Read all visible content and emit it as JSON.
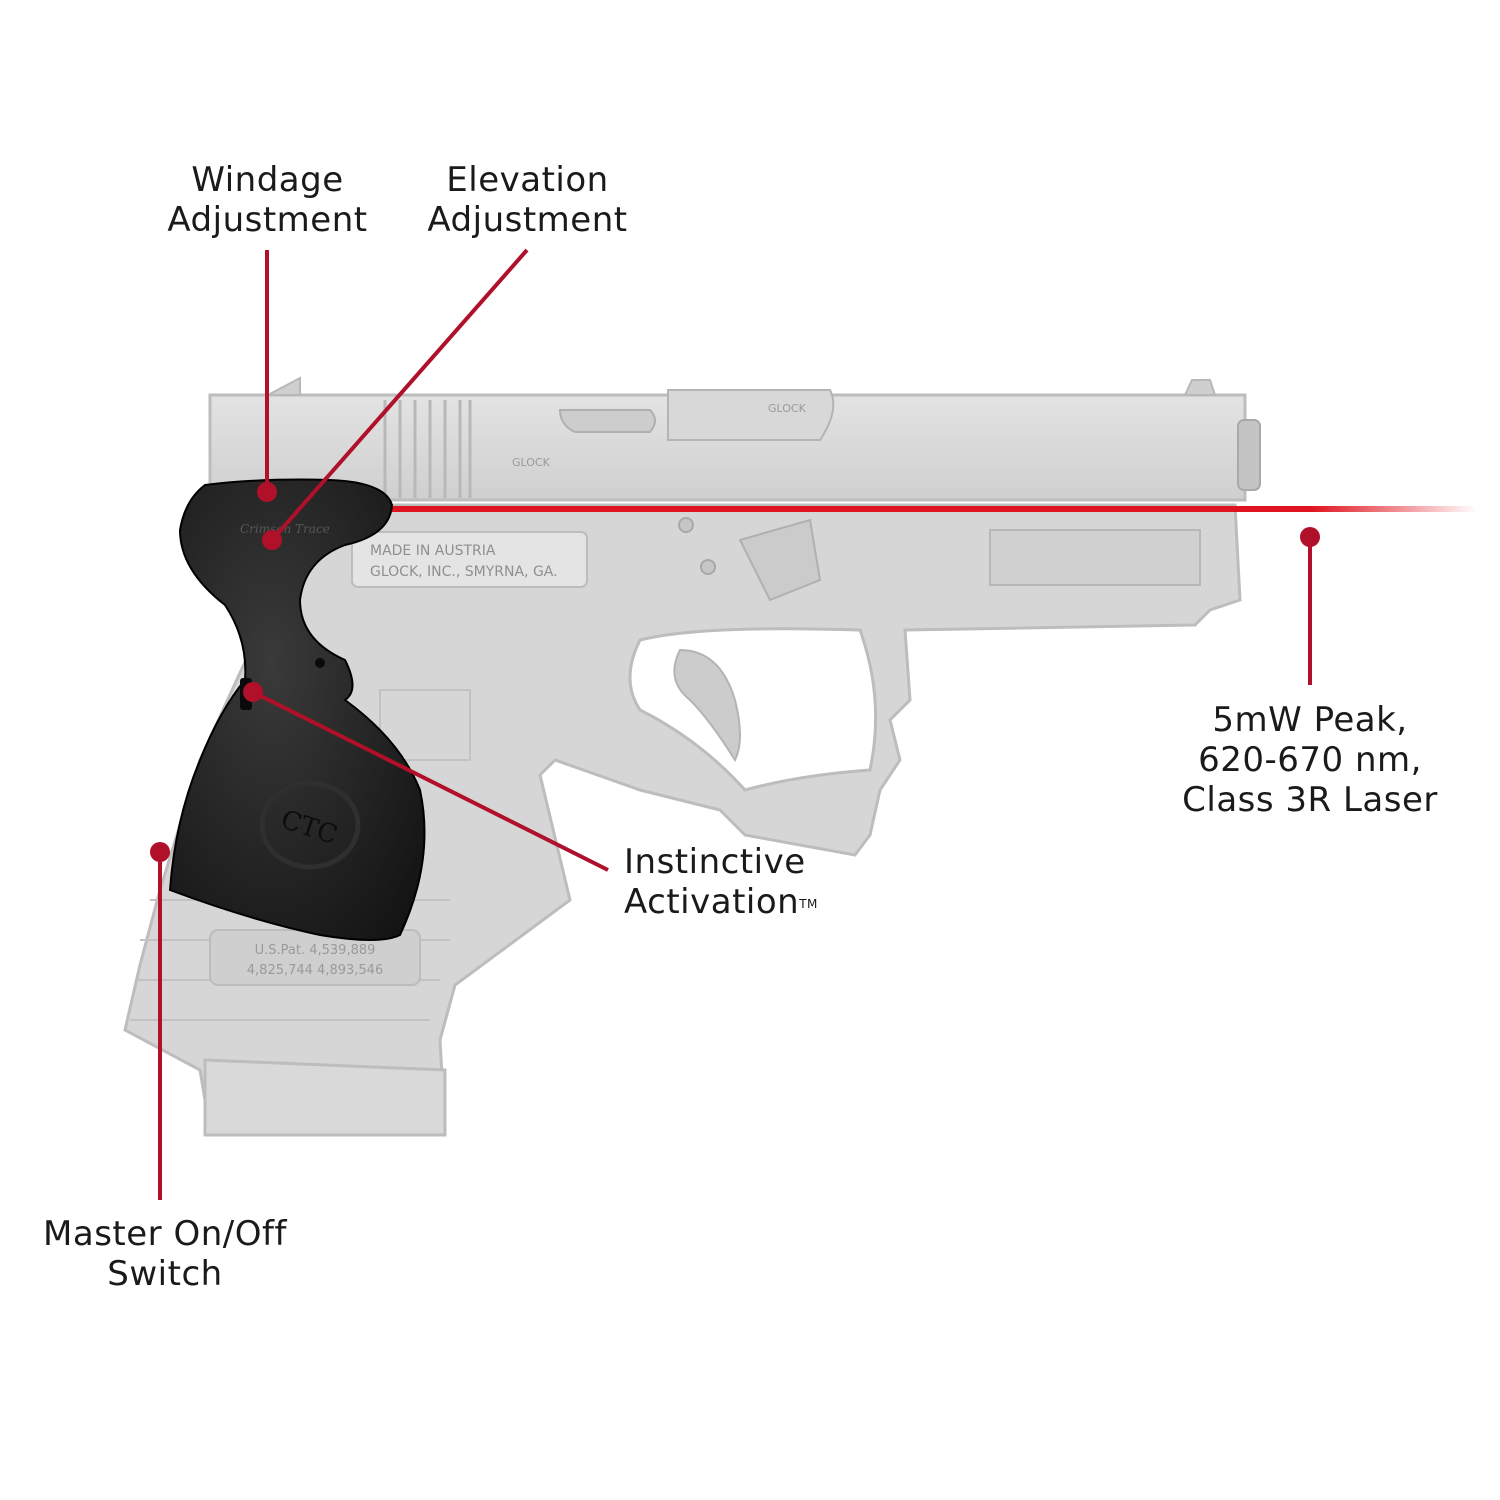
{
  "callouts": {
    "windage": {
      "line1": "Windage",
      "line2": "Adjustment"
    },
    "elevation": {
      "line1": "Elevation",
      "line2": "Adjustment"
    },
    "laser": {
      "line1": "5mW Peak,",
      "line2": "620-670 nm,",
      "line3": "Class 3R Laser"
    },
    "activation": {
      "line1": "Instinctive",
      "line2": "Activation",
      "trademark": "TM"
    },
    "master": {
      "line1": "Master On/Off",
      "line2": "Switch"
    }
  },
  "markings": {
    "brand_slide": "GLOCK",
    "brand_frame": "GLOCK",
    "frame_line1": "MADE IN AUSTRIA",
    "frame_line2": "GLOCK, INC., SMYRNA, GA.",
    "grip_logo": "CTC",
    "grip_brand": "Crimson Trace",
    "patent_line1": "U.S.Pat. 4,539,889",
    "patent_line2": "4,825,744  4,893,546"
  },
  "colors": {
    "callout_red": "#b0102a",
    "laser_red": "#e0141e",
    "gun_gray": "#d4d4d4",
    "grip_black": "#1e1e1e"
  }
}
